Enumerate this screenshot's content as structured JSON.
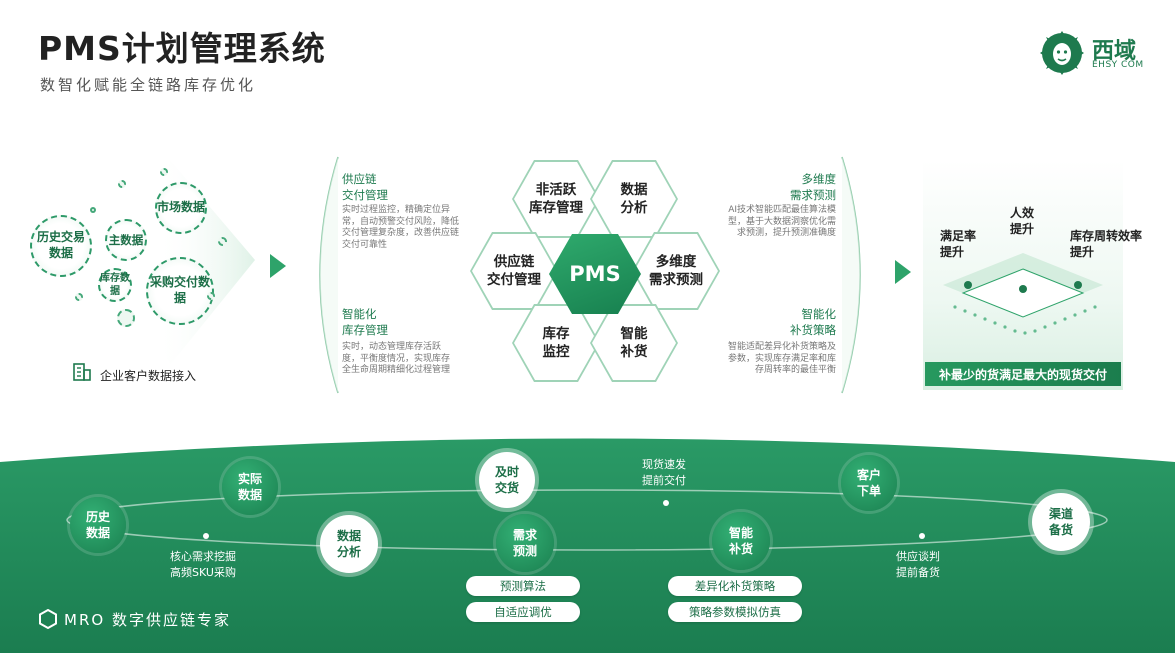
{
  "header": {
    "title": "PMS计划管理系统",
    "subtitle": "数智化赋能全链路库存优化",
    "logo_text": "西域",
    "logo_sub": "EHSY COM"
  },
  "data_sources": {
    "circles": [
      "历史交易数据",
      "主数据",
      "市场数据",
      "库存数据",
      "采购交付数据"
    ],
    "intake_label": "企业客户数据接入"
  },
  "features_left": [
    {
      "title": "供应链\n交付管理",
      "desc": "实时过程监控，精确定位异常，自动预警交付风险，降低交付管理复杂度，改善供应链交付可靠性"
    },
    {
      "title": "智能化\n库存管理",
      "desc": "实时，动态管理库存活跃度，平衡度情况，实现库存全生命周期精细化过程管理"
    }
  ],
  "features_right": [
    {
      "title": "多维度\n需求预测",
      "desc": "AI技术智能匹配最佳算法模型，基于大数据洞察优化需求预测，提升预测准确度"
    },
    {
      "title": "智能化\n补货策略",
      "desc": "智能适配差异化补货策略及参数，实现库存满足率和库存周转率的最佳平衡"
    }
  ],
  "hexagons": {
    "center": "PMS",
    "top_left": "非活跃\n库存管理",
    "top_right": "数据\n分析",
    "mid_left": "供应链\n交付管理",
    "mid_right": "多维度\n需求预测",
    "bottom_left": "库存\n监控",
    "bottom_right": "智能\n补货"
  },
  "results": {
    "labels": [
      "满足率\n提升",
      "人效\n提升",
      "库存周转效率\n提升"
    ],
    "banner": "补最少的货满足最大的现货交付"
  },
  "flow": {
    "nodes": [
      {
        "label": "历史\n数据",
        "style": "green"
      },
      {
        "label": "实际\n数据",
        "style": "green"
      },
      {
        "label": "数据\n分析",
        "style": "white"
      },
      {
        "label": "及时\n交货",
        "style": "white"
      },
      {
        "label": "需求\n预测",
        "style": "green"
      },
      {
        "label": "智能\n补货",
        "style": "green"
      },
      {
        "label": "客户\n下单",
        "style": "green"
      },
      {
        "label": "渠道\n备货",
        "style": "white"
      }
    ],
    "notes": [
      "核心需求挖掘\n高频SKU采购",
      "现货速发\n提前交付",
      "供应谈判\n提前备货"
    ],
    "pills": [
      "预测算法",
      "自适应调优",
      "差异化补货策略",
      "策略参数模拟仿真"
    ]
  },
  "footer": "MRO 数字供应链专家",
  "colors": {
    "brand_green": "#1e8a57",
    "light_green": "#e3f3ea"
  }
}
